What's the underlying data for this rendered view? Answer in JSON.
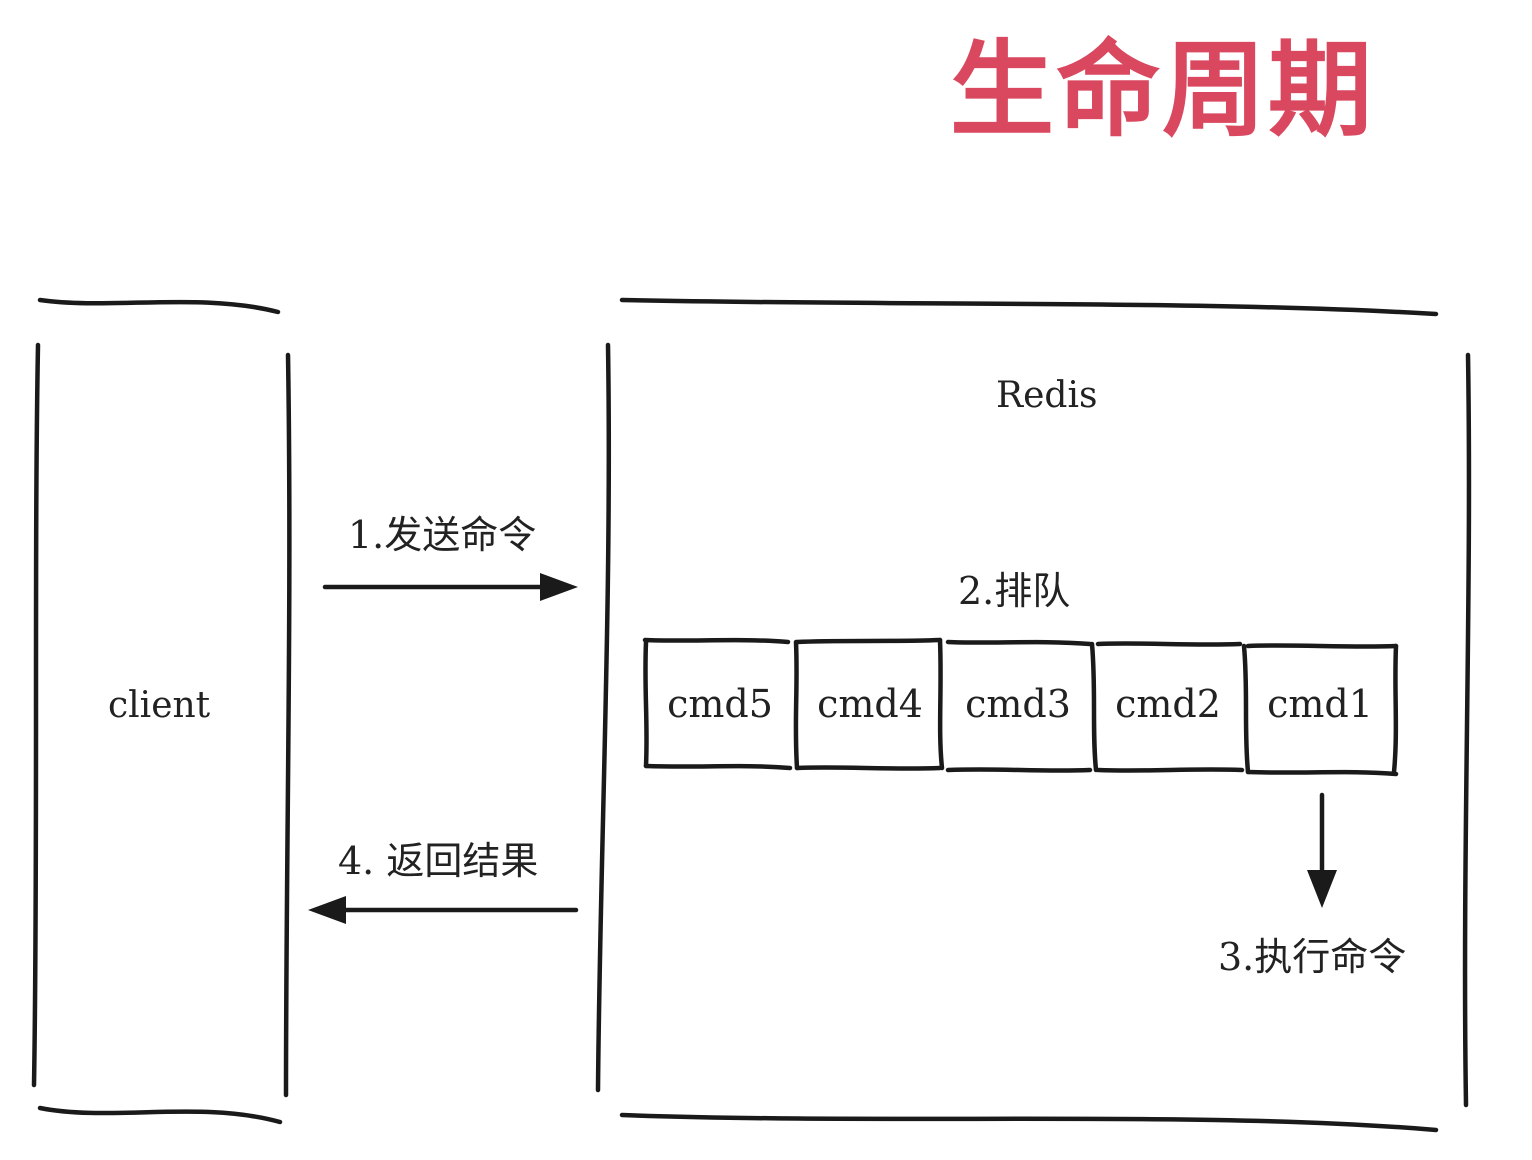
{
  "title": "生命周期",
  "client": {
    "label": "client"
  },
  "redis": {
    "label": "Redis"
  },
  "steps": {
    "send": "1.发送命令",
    "queue": "2.排队",
    "execute": "3.执行命令",
    "return": "4. 返回结果"
  },
  "queue": [
    "cmd5",
    "cmd4",
    "cmd3",
    "cmd2",
    "cmd1"
  ],
  "colors": {
    "title": "#d9485f",
    "ink": "#1a1a1a"
  }
}
